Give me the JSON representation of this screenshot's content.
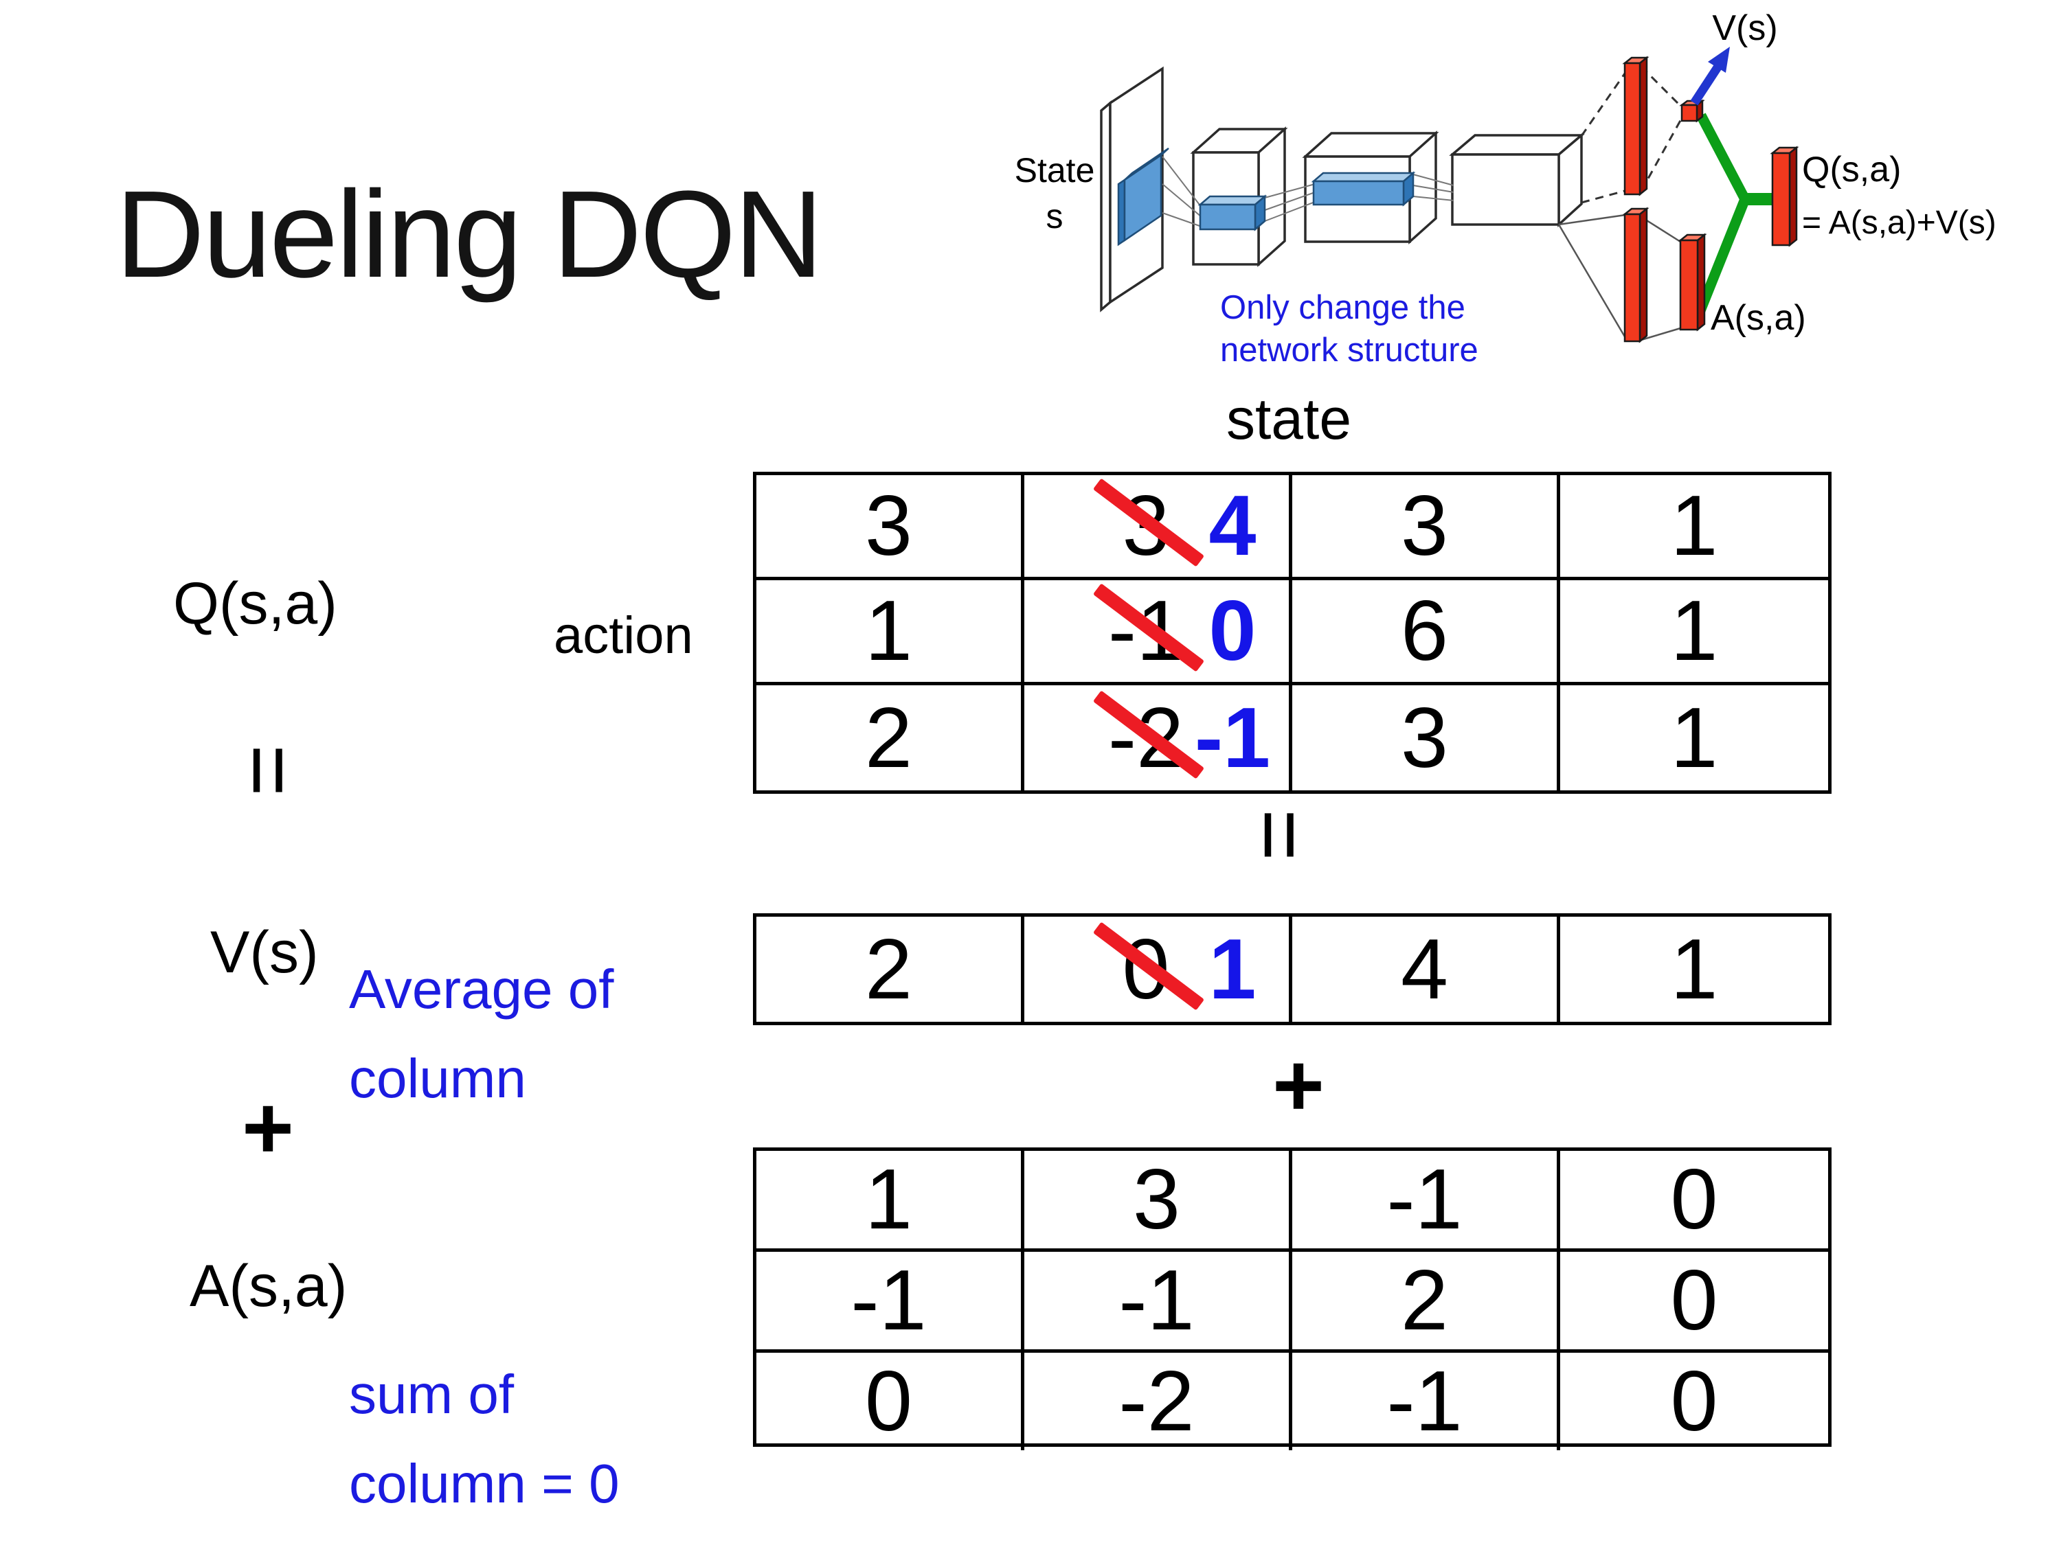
{
  "slide": {
    "title": "Dueling DQN",
    "background": "#ffffff",
    "colors": {
      "text_black": "#000000",
      "annotation_blue": "#1b1be0",
      "corrected_value_blue": "#1515e8",
      "strike_red": "#ed1c24",
      "bar_red": "#f2391e",
      "bar_red_dark": "#a11206",
      "conv_blue": "#5b9bd5",
      "merge_green": "#0c9e18",
      "arrow_blue": "#2136cf"
    }
  },
  "diagram": {
    "input_label_line1": "State",
    "input_label_line2": "s",
    "note_line1": "Only change the",
    "note_line2": "network structure",
    "value_output_label": "V(s)",
    "q_output_label": "Q(s,a)",
    "q_output_formula": "= A(s,a)+V(s)",
    "advantage_output_label": "A(s,a)"
  },
  "matrix_section": {
    "state_header": "state",
    "action_label": "action",
    "q_label": "Q(s,a)",
    "equals_sign": "=",
    "v_label": "V(s)",
    "avg_note_line1": "Average of",
    "avg_note_line2": "column",
    "plus_sign": "+",
    "a_label": "A(s,a)",
    "sum_note_line1": "sum of",
    "sum_note_line2": "column = 0",
    "q_table": {
      "rows": [
        [
          {
            "v": "3"
          },
          {
            "old": "3",
            "new": "4"
          },
          {
            "v": "3"
          },
          {
            "v": "1"
          }
        ],
        [
          {
            "v": "1"
          },
          {
            "old": "-1",
            "new": "0"
          },
          {
            "v": "6"
          },
          {
            "v": "1"
          }
        ],
        [
          {
            "v": "2"
          },
          {
            "old": "-2",
            "new": "-1"
          },
          {
            "v": "3"
          },
          {
            "v": "1"
          }
        ]
      ]
    },
    "v_table": {
      "rows": [
        [
          {
            "v": "2"
          },
          {
            "old": "0",
            "new": "1"
          },
          {
            "v": "4"
          },
          {
            "v": "1"
          }
        ]
      ]
    },
    "a_table": {
      "rows": [
        [
          {
            "v": "1"
          },
          {
            "v": "3"
          },
          {
            "v": "-1"
          },
          {
            "v": "0"
          }
        ],
        [
          {
            "v": "-1"
          },
          {
            "v": "-1"
          },
          {
            "v": "2"
          },
          {
            "v": "0"
          }
        ],
        [
          {
            "v": "0"
          },
          {
            "v": "-2"
          },
          {
            "v": "-1"
          },
          {
            "v": "0"
          }
        ]
      ]
    }
  }
}
